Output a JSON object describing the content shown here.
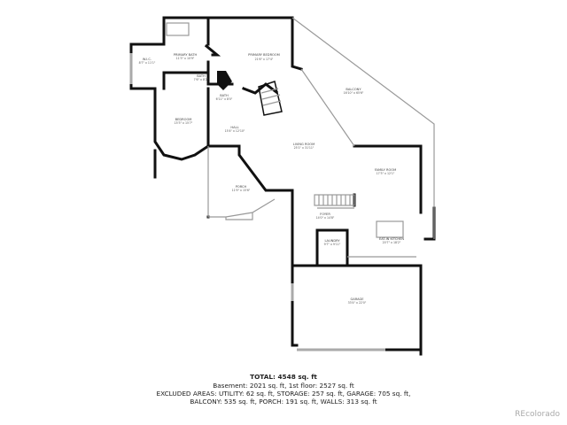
{
  "rooms": {
    "primary_bedroom": {
      "name": "PRIMARY BEDROOM",
      "dims": "21'6\" x 17'4\""
    },
    "primary_bath": {
      "name": "PRIMARY BATH",
      "dims": "11'3\" x 10'9\""
    },
    "wic": {
      "name": "W.I.C.",
      "dims": "8'7\" x 11'1\""
    },
    "bath1": {
      "name": "BATH",
      "dims": "7'6\" x 8'2\""
    },
    "bath2": {
      "name": "BATH",
      "dims": "6'11\" x 8'0\""
    },
    "bedroom": {
      "name": "BEDROOM",
      "dims": "15'3\" x 15'7\""
    },
    "hall": {
      "name": "HALL",
      "dims": "15'4\" x 12'10\""
    },
    "living_room": {
      "name": "LIVING ROOM",
      "dims": "25'1\" x 31'11\""
    },
    "balcony": {
      "name": "BALCONY",
      "dims": "16'10\" x 65'6\""
    },
    "family_room": {
      "name": "FAMILY ROOM",
      "dims": "17'3\" x 12'1\""
    },
    "porch": {
      "name": "PORCH",
      "dims": "11'9\" x 15'6\""
    },
    "foyer": {
      "name": "FOYER",
      "dims": "14'0\" x 14'8\""
    },
    "laundry": {
      "name": "LAUNDRY",
      "dims": "9'7\" x 9'11\""
    },
    "kitchen": {
      "name": "EAT-IN KITCHEN",
      "dims": "20'7\" x 18'2\""
    },
    "garage": {
      "name": "GARAGE",
      "dims": "33'4\" x 22'0\""
    }
  },
  "summary": {
    "total": "TOTAL: 4548 sq. ft",
    "line1": "Basement: 2021 sq. ft, 1st floor: 2527 sq. ft",
    "line2": "EXCLUDED AREAS: UTILITY: 62 sq. ft, STORAGE: 257 sq. ft, GARAGE: 705 sq. ft,",
    "line3": "BALCONY: 535 sq. ft, PORCH: 191 sq. ft, WALLS: 313 sq. ft"
  },
  "watermark": "REcolorado"
}
